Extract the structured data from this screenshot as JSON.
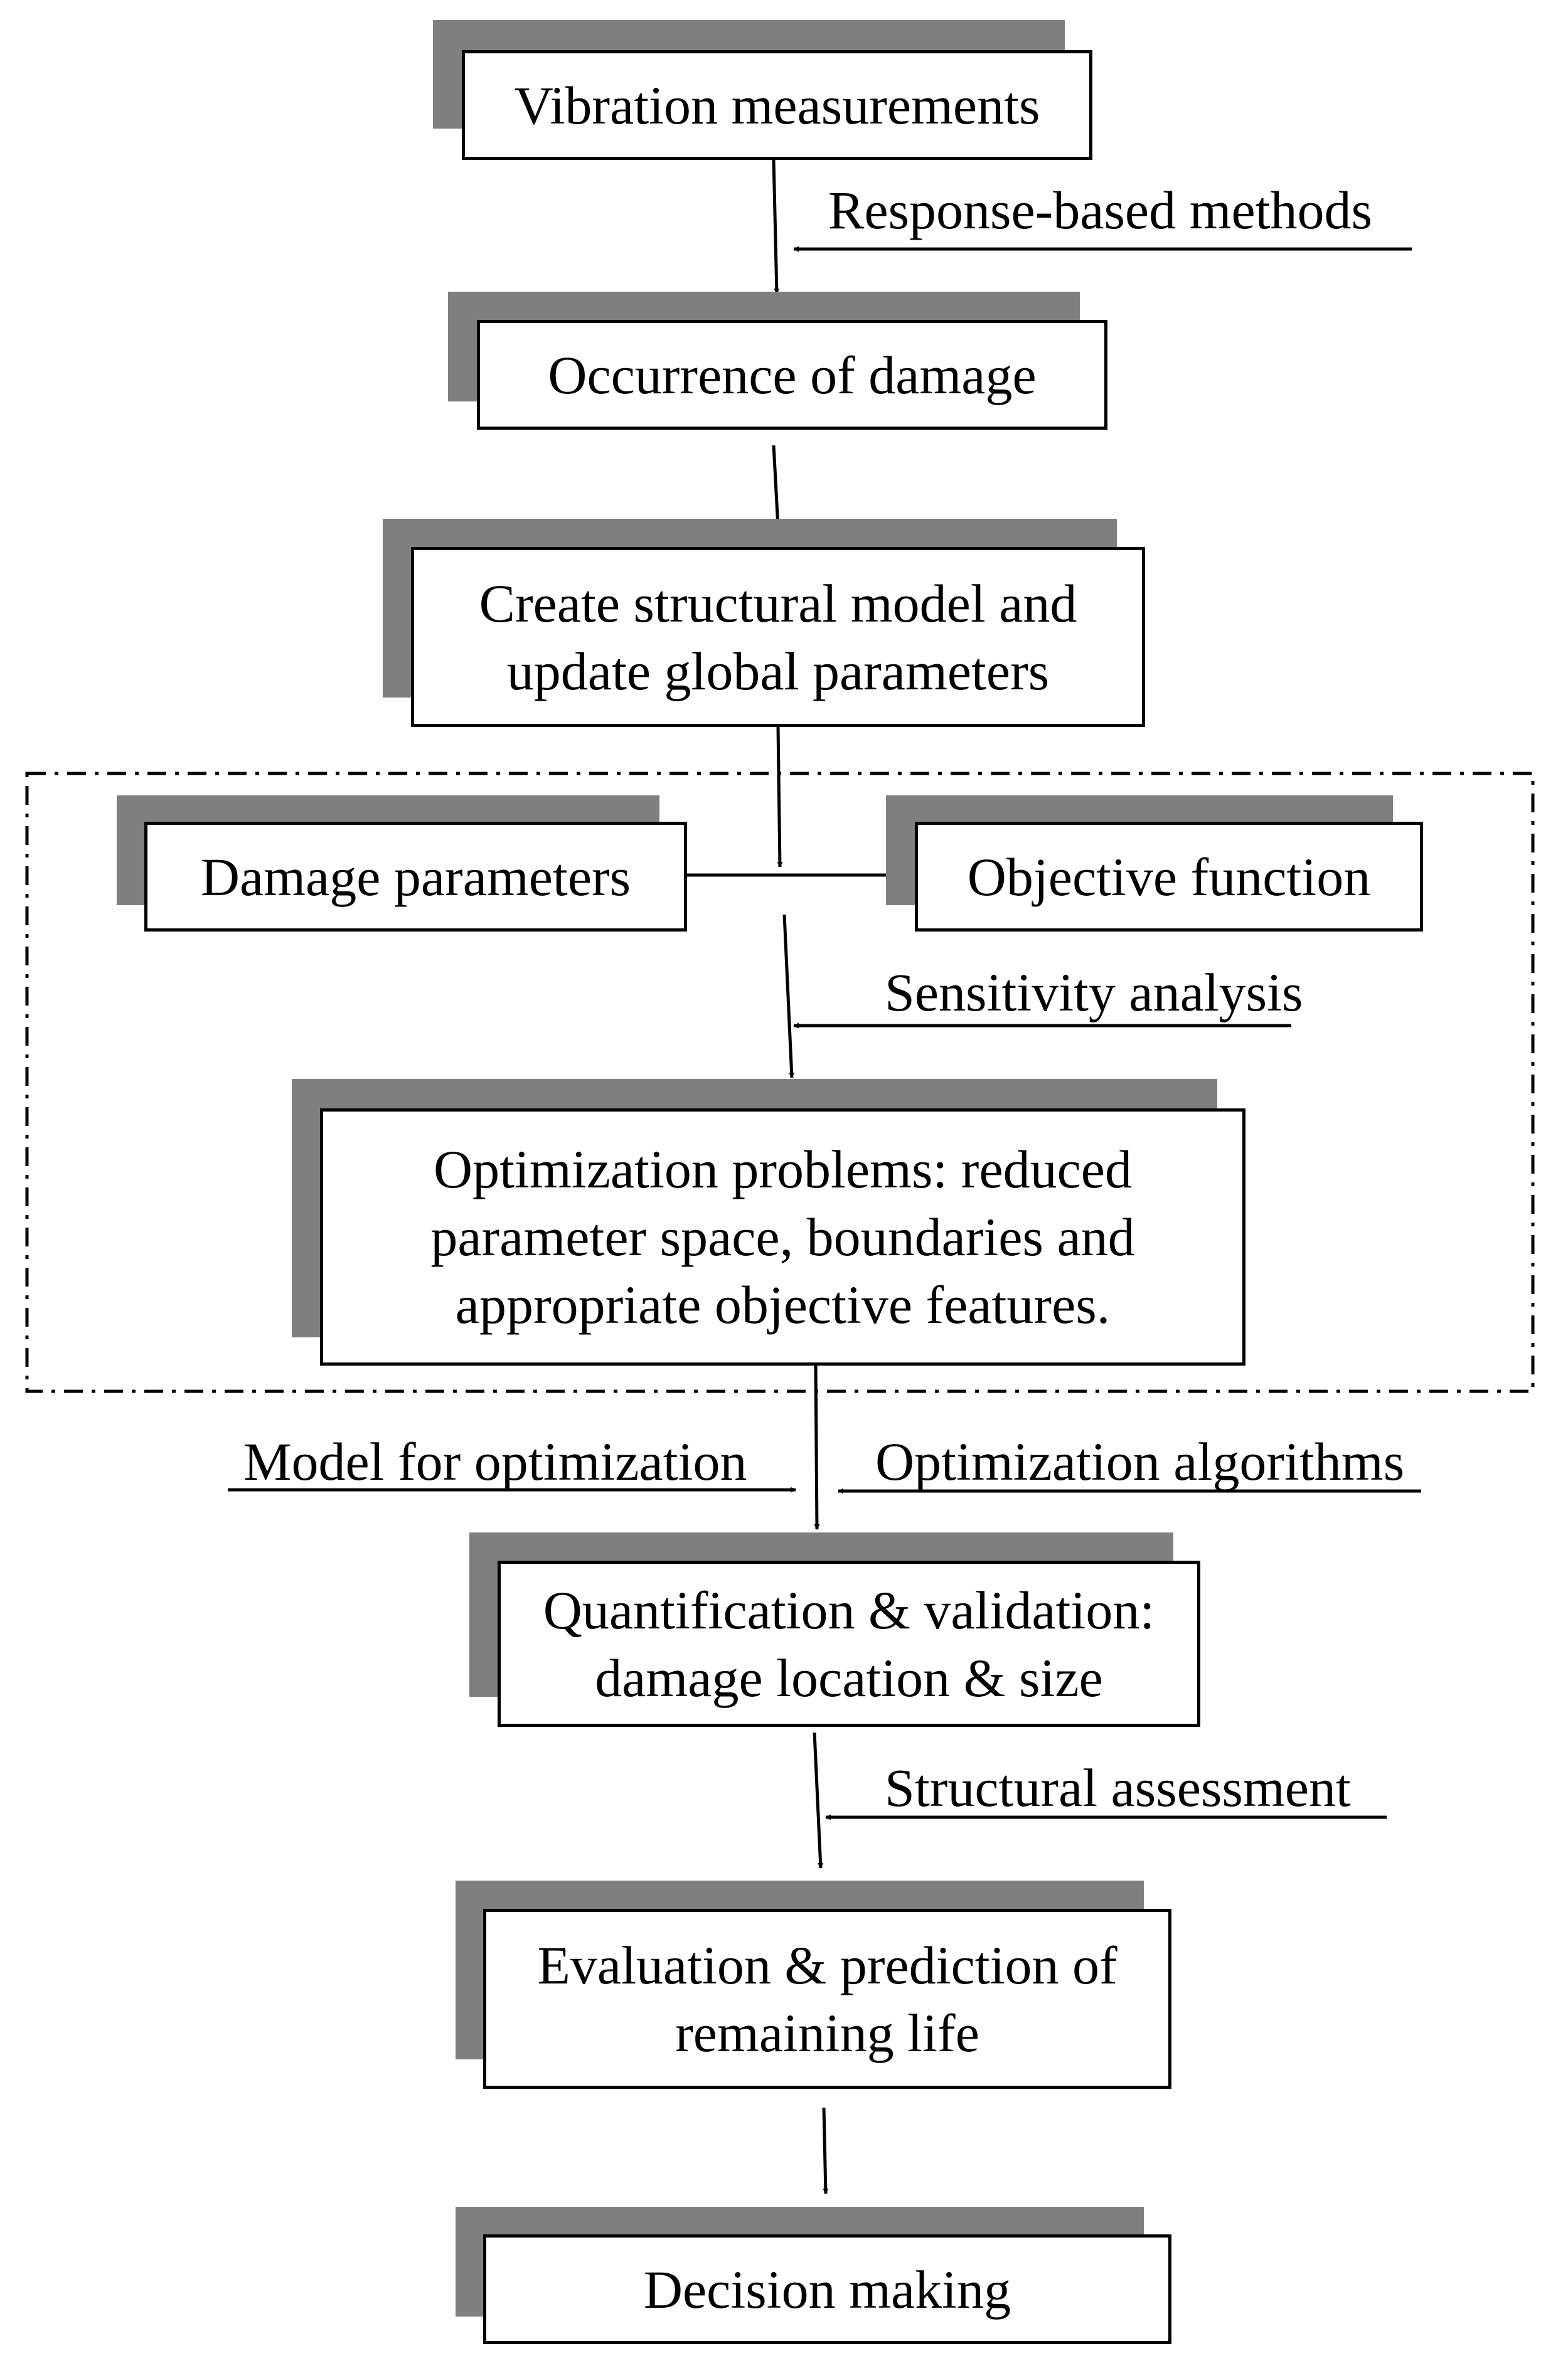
{
  "boxes": {
    "vibration": "Vibration measurements",
    "occurrence": "Occurrence of damage",
    "structural_model_line1": "Create structural model and",
    "structural_model_line2": "update global parameters",
    "damage_parameters": "Damage parameters",
    "objective_function": "Objective function",
    "optimization_line1": "Optimization problems: reduced",
    "optimization_line2": "parameter space, boundaries and",
    "optimization_line3": "appropriate objective features.",
    "quantification_line1": "Quantification & validation:",
    "quantification_line2": "damage location & size",
    "evaluation_line1": "Evaluation & prediction of",
    "evaluation_line2": "remaining life",
    "decision": "Decision making"
  },
  "inputs": {
    "response_based": "Response-based methods",
    "sensitivity": "Sensitivity analysis",
    "model_for_optimization": "Model for optimization",
    "optimization_algorithms": "Optimization algorithms",
    "structural_assessment": "Structural assessment"
  },
  "colors": {
    "shadow": "#7f7f7f",
    "line": "#000000",
    "box_fill": "#ffffff"
  }
}
